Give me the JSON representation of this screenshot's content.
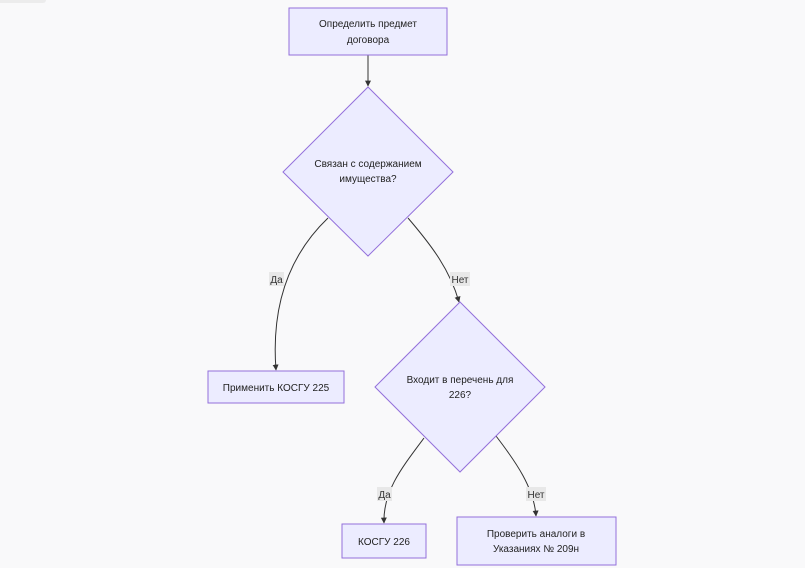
{
  "nodes": {
    "start": {
      "lines": [
        "Определить предмет",
        "договора"
      ]
    },
    "decision1": {
      "lines": [
        "Связан с содержанием",
        "имущества?"
      ]
    },
    "kosgu225": {
      "lines": [
        "Применить КОСГУ 225"
      ]
    },
    "decision2": {
      "lines": [
        "Входит в перечень для",
        "226?"
      ]
    },
    "kosgu226": {
      "lines": [
        "КОСГУ 226"
      ]
    },
    "check209n": {
      "lines": [
        "Проверить аналоги в",
        "Указаниях № 209н"
      ]
    }
  },
  "edges": {
    "d1_yes": "Да",
    "d1_no": "Нет",
    "d2_yes": "Да",
    "d2_no": "Нет"
  },
  "colors": {
    "node_fill": "#ECECFF",
    "node_stroke": "#9370DB",
    "edge": "#333333",
    "edge_label_bg": "#E8E8E8",
    "background": "#F9F9FA"
  }
}
